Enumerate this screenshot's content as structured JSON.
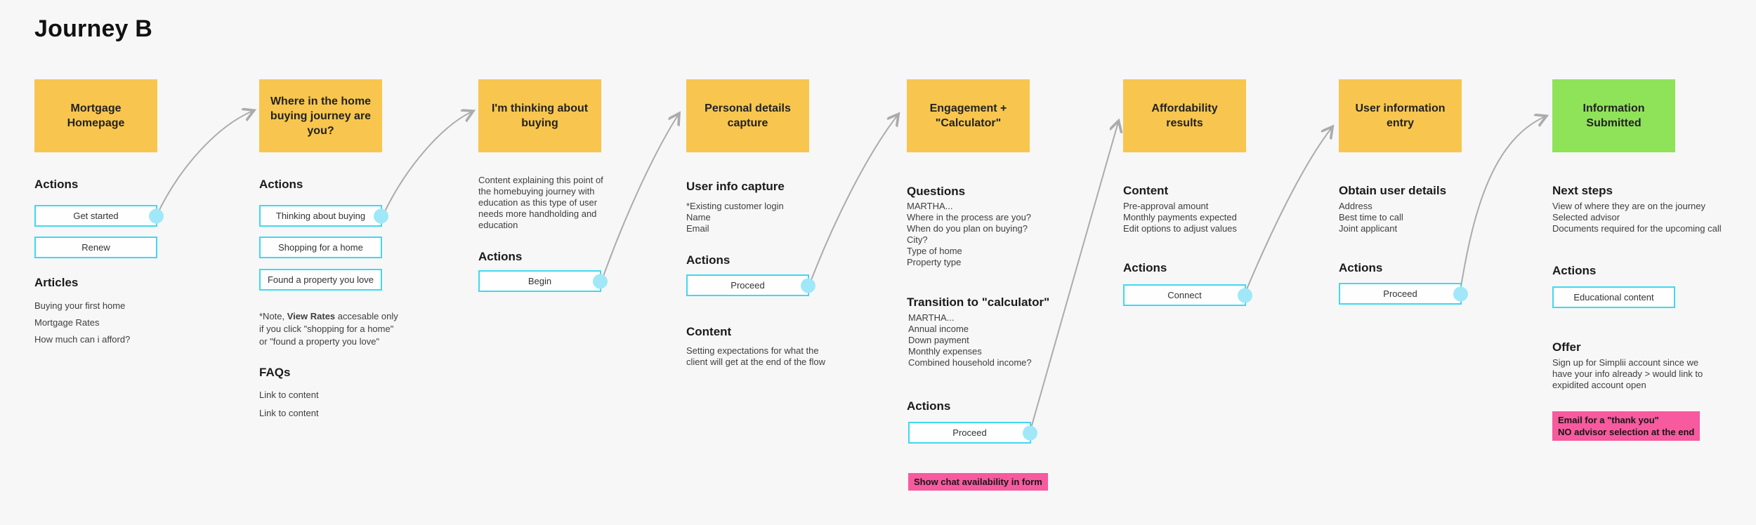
{
  "title": "Journey B",
  "colors": {
    "background": "#F7F7F8",
    "sticky_yellow": "#F8C64E",
    "sticky_green": "#8FE359",
    "button_border_cyan": "#3FD9F0",
    "connector_dot_cyan": "#A0E8F8",
    "highlight_pink": "#F75A9E",
    "arrow_gray": "#ABABAB"
  },
  "columns": [
    {
      "sticky": "Mortgage Homepage",
      "actions_label": "Actions",
      "buttons": [
        "Get started",
        "Renew"
      ],
      "articles_label": "Articles",
      "articles": [
        "Buying your first home",
        "Mortgage Rates",
        "How much can i afford?"
      ]
    },
    {
      "sticky": "Where in the home buying journey are you?",
      "actions_label": "Actions",
      "buttons": [
        "Thinking about buying",
        "Shopping for a home",
        "Found a property you love"
      ],
      "note": {
        "prefix": "*Note, ",
        "bold": "View Rates",
        "rest": " accesable only\nif you click \"shopping for a home\"\nor \"found a property you love\""
      },
      "faqs_label": "FAQs",
      "faq_links": [
        "Link to content",
        "Link to content"
      ]
    },
    {
      "sticky": "I'm thinking about buying",
      "content_text": "Content explaining this point of\nthe homebuying journey with\neducation as this type of user\nneeds more handholding and\neducation",
      "actions_label": "Actions",
      "buttons": [
        "Begin"
      ]
    },
    {
      "sticky": "Personal details capture",
      "user_info_label": "User info capture",
      "user_info": [
        "*Existing customer login",
        "Name",
        "Email"
      ],
      "actions_label": "Actions",
      "buttons": [
        "Proceed"
      ],
      "content_label": "Content",
      "content_text": "Setting expectations for what the\nclient will get at the end of the flow"
    },
    {
      "sticky": "Engagement + \"Calculator\"",
      "questions_label": "Questions",
      "questions": [
        "MARTHA...",
        "Where in the process are you?",
        "When do you plan on buying?",
        "City?",
        "Type of home",
        "Property type"
      ],
      "transition_label": "Transition to \"calculator\"",
      "transition": [
        "MARTHA...",
        "Annual income",
        "Down payment",
        "Monthly expenses",
        "Combined household income?"
      ],
      "actions_label": "Actions",
      "buttons": [
        "Proceed"
      ],
      "highlight": "Show chat availability in form"
    },
    {
      "sticky": "Affordability results",
      "content_label": "Content",
      "content_items": [
        "Pre-approval amount",
        "Monthly payments expected",
        "Edit options to adjust values"
      ],
      "actions_label": "Actions",
      "buttons": [
        "Connect"
      ]
    },
    {
      "sticky": "User information entry",
      "details_label": "Obtain user details",
      "details": [
        "Address",
        "Best time to call",
        "Joint applicant"
      ],
      "actions_label": "Actions",
      "buttons": [
        "Proceed"
      ]
    },
    {
      "sticky": "Information Submitted",
      "next_label": "Next steps",
      "next_items": [
        "View of where they are on the journey",
        "Selected advisor",
        "Documents required for the upcoming call"
      ],
      "actions_label": "Actions",
      "buttons": [
        "Educational content"
      ],
      "offer_label": "Offer",
      "offer_text": "Sign up for Simplii account since we\nhave your info already > would link to\nexpidited account open",
      "highlight_lines": [
        "Email for a \"thank you\"",
        "NO advisor selection at the end"
      ]
    }
  ]
}
